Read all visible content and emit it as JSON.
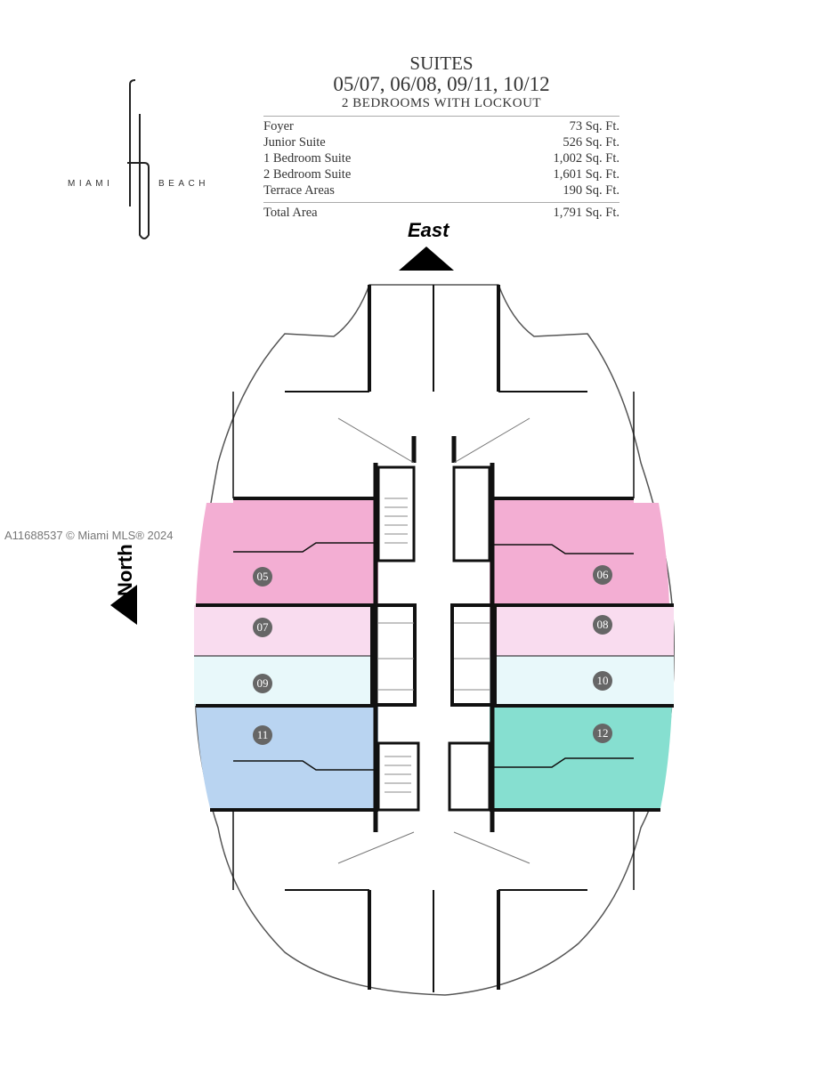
{
  "logo": {
    "left_word": "MIAMI",
    "right_word": "BEACH",
    "monogram": "fb"
  },
  "header": {
    "title": "SUITES",
    "suites": "05/07, 06/08, 09/11, 10/12",
    "subtitle": "2 BEDROOMS WITH LOCKOUT",
    "areas": [
      {
        "label": "Foyer",
        "value": "73 Sq. Ft."
      },
      {
        "label": "Junior Suite",
        "value": "526 Sq. Ft."
      },
      {
        "label": "1 Bedroom Suite",
        "value": "1,002 Sq. Ft."
      },
      {
        "label": "2 Bedroom Suite",
        "value": "1,601 Sq. Ft."
      },
      {
        "label": "Terrace Areas",
        "value": "190 Sq. Ft."
      }
    ],
    "total": {
      "label": "Total Area",
      "value": "1,791 Sq. Ft."
    }
  },
  "compass": {
    "east": "East",
    "north": "North"
  },
  "watermark": "A11688537 © Miami MLS® 2024",
  "units": [
    {
      "id": "05",
      "color": "#f3aed3"
    },
    {
      "id": "07",
      "color": "#f9dcef"
    },
    {
      "id": "09",
      "color": "#e8f8fa"
    },
    {
      "id": "11",
      "color": "#b9d4f1"
    },
    {
      "id": "06",
      "color": "#f3aed3"
    },
    {
      "id": "08",
      "color": "#f9dcef"
    },
    {
      "id": "10",
      "color": "#e8f8fa"
    },
    {
      "id": "12",
      "color": "#86dfd0"
    }
  ]
}
